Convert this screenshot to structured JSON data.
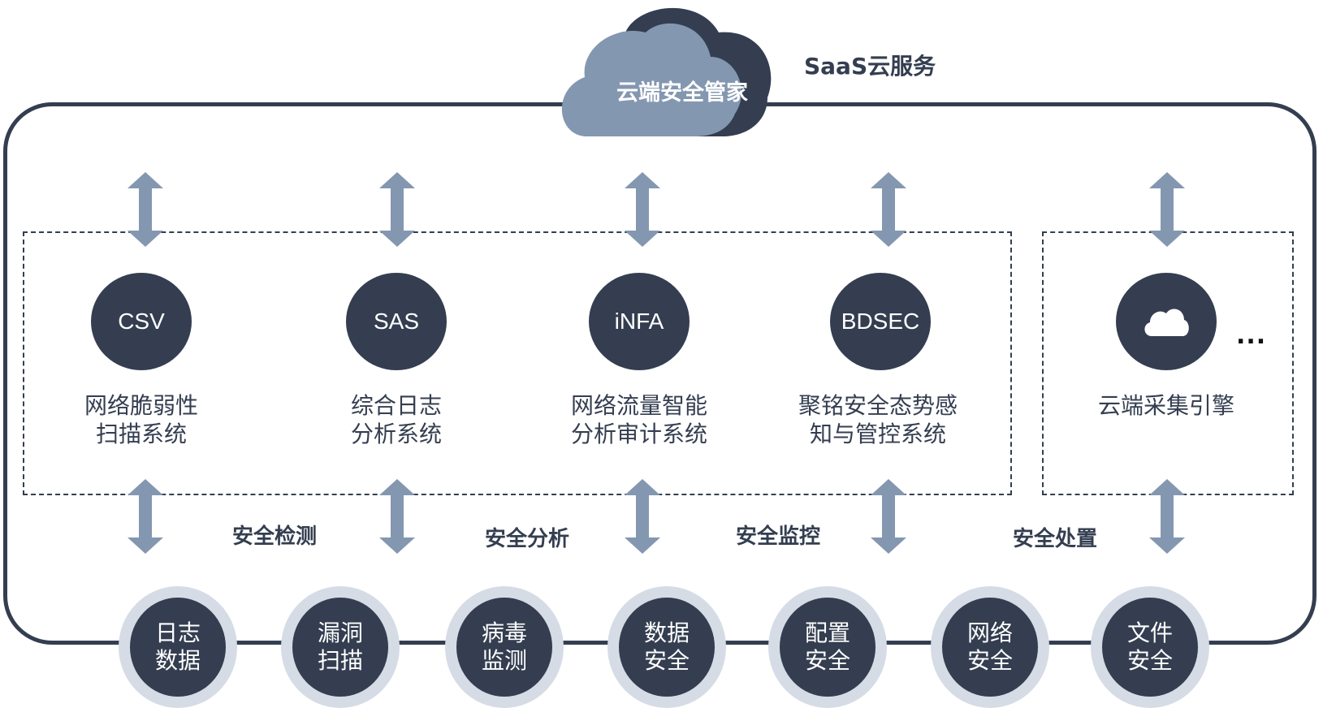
{
  "colors": {
    "dark": "#343e50",
    "arrow": "#8497b0",
    "light_cloud": "#8497b0",
    "bubble_ring": "#d6dce5",
    "white": "#ffffff"
  },
  "top": {
    "cloud_label": "云端安全管家",
    "service_label": "SaaS云服务"
  },
  "systems": [
    {
      "abbr": "CSV",
      "line1": "网络脆弱性",
      "line2": "扫描系统"
    },
    {
      "abbr": "SAS",
      "line1": "综合日志",
      "line2": "分析系统"
    },
    {
      "abbr": "iNFA",
      "line1": "网络流量智能",
      "line2": "分析审计系统"
    },
    {
      "abbr": "BDSEC",
      "line1": "聚铭安全态势感",
      "line2": "知与管控系统"
    }
  ],
  "engine": {
    "icon": "cloud-icon",
    "label": "云端采集引擎",
    "more": "..."
  },
  "phases": [
    "安全检测",
    "安全分析",
    "安全监控",
    "安全处置"
  ],
  "capabilities": [
    {
      "line1": "日志",
      "line2": "数据"
    },
    {
      "line1": "漏洞",
      "line2": "扫描"
    },
    {
      "line1": "病毒",
      "line2": "监测"
    },
    {
      "line1": "数据",
      "line2": "安全"
    },
    {
      "line1": "配置",
      "line2": "安全"
    },
    {
      "line1": "网络",
      "line2": "安全"
    },
    {
      "line1": "文件",
      "line2": "安全"
    }
  ]
}
